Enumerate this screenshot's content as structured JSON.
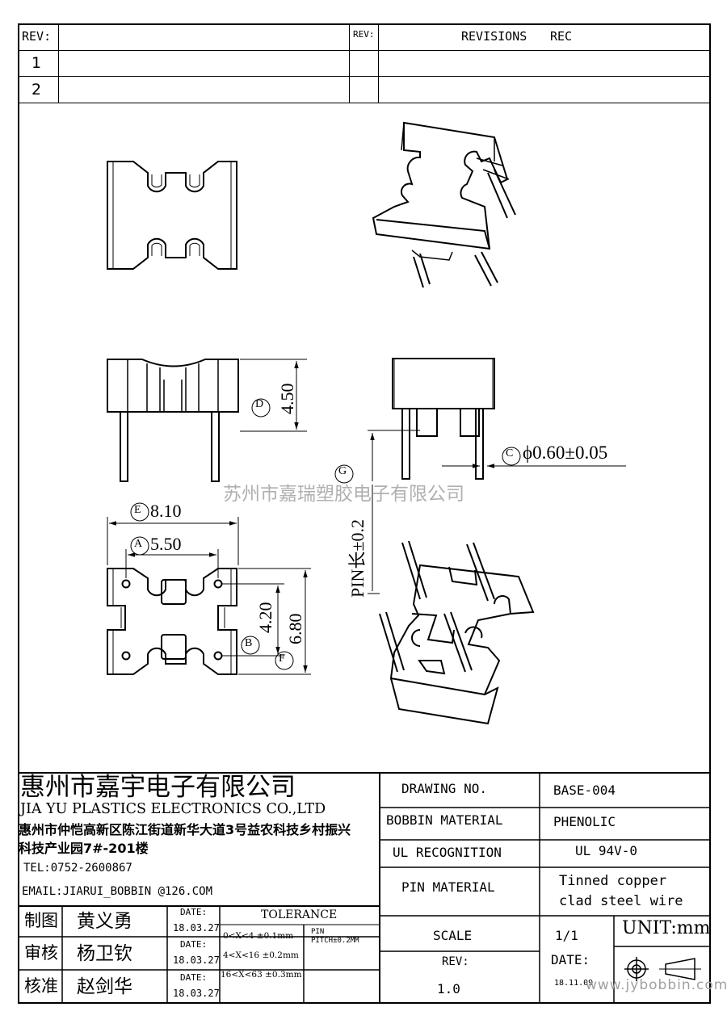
{
  "revision_block": {
    "rev_header": "REV:",
    "rev_header_2": "REV:",
    "revisions_header": "REVISIONS",
    "rec_header": "REC",
    "rows": [
      "1",
      "2"
    ]
  },
  "dimensions": {
    "d_label": "D",
    "d_value": "4.50",
    "c_label": "C",
    "c_value": "ϕ0.60±0.05",
    "g_label": "G",
    "g_value": "PIN长±0.2",
    "e_label": "E",
    "e_value": "8.10",
    "a_label": "A",
    "a_value": "5.50",
    "b_label": "B",
    "b_value": "4.20",
    "f_label": "F",
    "f_value": "6.80"
  },
  "watermark": {
    "text": "苏州市嘉瑞塑胶电子有限公司",
    "url": "www.jybobbin.com"
  },
  "company": {
    "name_cn": "惠州市嘉宇电子有限公司",
    "name_en": "JIA YU PLASTICS ELECTRONICS CO.,LTD",
    "address_line1": "惠州市仲恺高新区陈江街道新华大道3号益农科技乡村振兴",
    "address_line2": "科技产业园7#-201楼",
    "tel": "TEL:0752-2600867",
    "email": "EMAIL:JIARUI_BOBBIN @126.COM"
  },
  "signoff": [
    {
      "role": "制图",
      "name": "黄义勇",
      "date_label": "DATE:",
      "date": "18.03.27"
    },
    {
      "role": "审核",
      "name": "杨卫钦",
      "date_label": "DATE:",
      "date": "18.03.27"
    },
    {
      "role": "核准",
      "name": "赵剑华",
      "date_label": "DATE:",
      "date": "18.03.27"
    }
  ],
  "tolerance": {
    "title": "TOLERANCE",
    "rows": [
      "0<X<4  ±0.1mm",
      "4<X<16 ±0.2mm",
      "16<X<63 ±0.3mm"
    ],
    "pin_label": "PIN",
    "pin_pitch": "PITCH±0.2MM"
  },
  "spec": {
    "drawing_no_label": "DRAWING   NO.",
    "drawing_no": "BASE-004",
    "bobbin_material_label": "BOBBIN   MATERIAL",
    "bobbin_material": "PHENOLIC",
    "ul_label": "UL RECOGNITION",
    "ul_value": "UL 94V-0",
    "pin_material_label": "PIN MATERIAL",
    "pin_material_line1": "Tinned copper",
    "pin_material_line2": "clad steel wire",
    "scale_label": "SCALE",
    "scale_value": "1/1",
    "unit": "UNIT:mm",
    "rev_label": "REV:",
    "rev_value": "1.0",
    "date_label": "DATE:",
    "date_value": "18.11.09"
  }
}
